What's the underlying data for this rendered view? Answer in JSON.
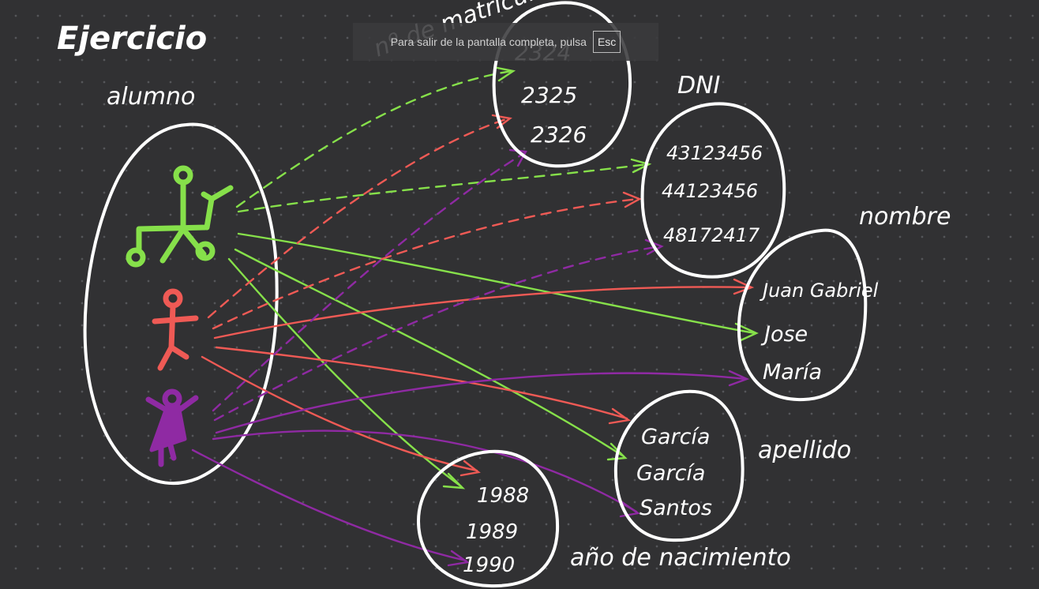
{
  "diagram": {
    "title": "Ejercicio",
    "entity_label": "alumno",
    "colors": {
      "figure_1": "#86e04a",
      "figure_2": "#ef5a55",
      "figure_3": "#8f2aa3",
      "ink": "#ffffff",
      "background": "#313133"
    },
    "sets": {
      "matricula": {
        "label": "nº de matrícula",
        "values": [
          "2324",
          "2325",
          "2326"
        ]
      },
      "dni": {
        "label": "DNI",
        "values": [
          "43123456",
          "44123456",
          "48172417"
        ]
      },
      "nombre": {
        "label": "nombre",
        "values": [
          "Juan Gabriel",
          "Jose",
          "María"
        ]
      },
      "apellido": {
        "label": "apellido",
        "values": [
          "García",
          "García",
          "Santos"
        ]
      },
      "nacimiento": {
        "label": "año de nacimiento",
        "values": [
          "1988",
          "1989",
          "1990"
        ]
      }
    }
  },
  "overlay": {
    "message": "Para salir de la pantalla completa, pulsa",
    "key": "Esc"
  }
}
